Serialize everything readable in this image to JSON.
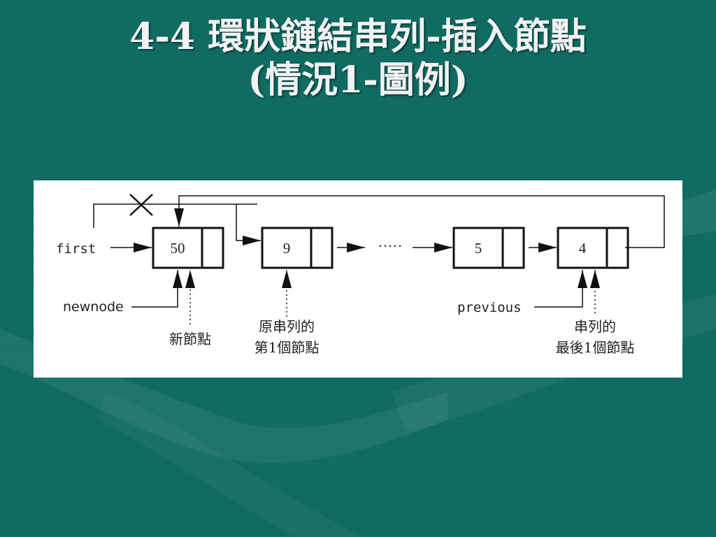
{
  "slide": {
    "title_line1": "4-4 環狀鏈結串列-插入節點",
    "title_line2": "(情況1-圖例)"
  },
  "diagram": {
    "nodes": [
      {
        "id": "node-50",
        "value": "50"
      },
      {
        "id": "node-9",
        "value": "9"
      },
      {
        "id": "node-5",
        "value": "5"
      },
      {
        "id": "node-4",
        "value": "4"
      }
    ],
    "ellipsis": "·····",
    "pointers": {
      "first": "first",
      "newnode": "newnode",
      "previous": "previous"
    },
    "annotations": {
      "new_node": "新節點",
      "orig_first_line1": "原串列的",
      "orig_first_line2": "第1個節點",
      "last_line1": "串列的",
      "last_line2": "最後1個節點"
    }
  },
  "colors": {
    "background": "#0f6a61",
    "title": "#f2f2f2",
    "panel": "#ffffff",
    "ink": "#111111"
  }
}
